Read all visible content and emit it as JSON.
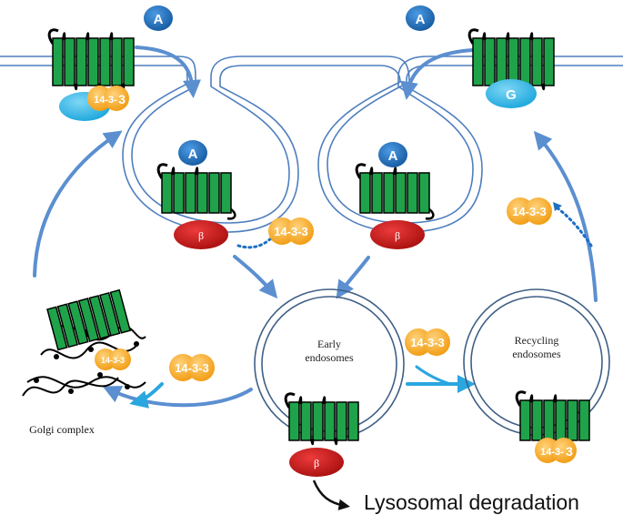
{
  "labels": {
    "agonist": "A",
    "g_protein": "G",
    "beta_arrestin": "β",
    "protein_14_3_3": "14-3-3",
    "protein_14_3_3_split_prefix": "14-3-",
    "protein_14_3_3_split_suffix": "3",
    "early_endosomes_line1": "Early",
    "early_endosomes_line2": "endosomes",
    "recycling_endosomes_line1": "Recycling",
    "recycling_endosomes_line2": "endosomes",
    "golgi_complex": "Golgi complex",
    "lysosomal_degradation": "Lysosomal degradation"
  },
  "colors": {
    "membrane": "#4f7fbf",
    "arrow": "#5b8fd0",
    "arrow_bright": "#2aa6e0",
    "helix": "#1fa34a",
    "helix_stroke": "#000000",
    "agonist": "#1c6fc4",
    "g_protein": "#2bb8ea",
    "beta": "#d01818",
    "protein_14_3_3": "#f5a623",
    "endosome": "#3f5f85"
  }
}
